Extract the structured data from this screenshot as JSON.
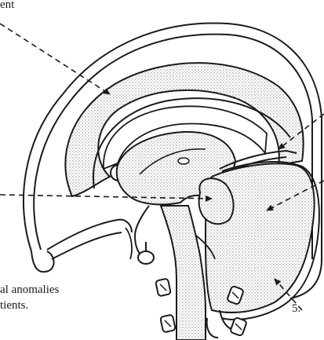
{
  "figure": {
    "fragment_top": "ent",
    "fragment_bottom_line1": "al anomalies",
    "fragment_bottom_line2": "tients.",
    "fragment_number": "5.",
    "colors": {
      "ink": "#1a1a1a",
      "stipple": "#bdbdbd",
      "paper": "#ffffff"
    },
    "icons": [
      "sagittal-brain-outline",
      "lateral-ventricle-stipple",
      "fourth-ventricle-cyst-stipple",
      "cerebellum-outline",
      "brainstem-outline",
      "vertebra-icons",
      "dashed-pointer-arrows"
    ]
  }
}
